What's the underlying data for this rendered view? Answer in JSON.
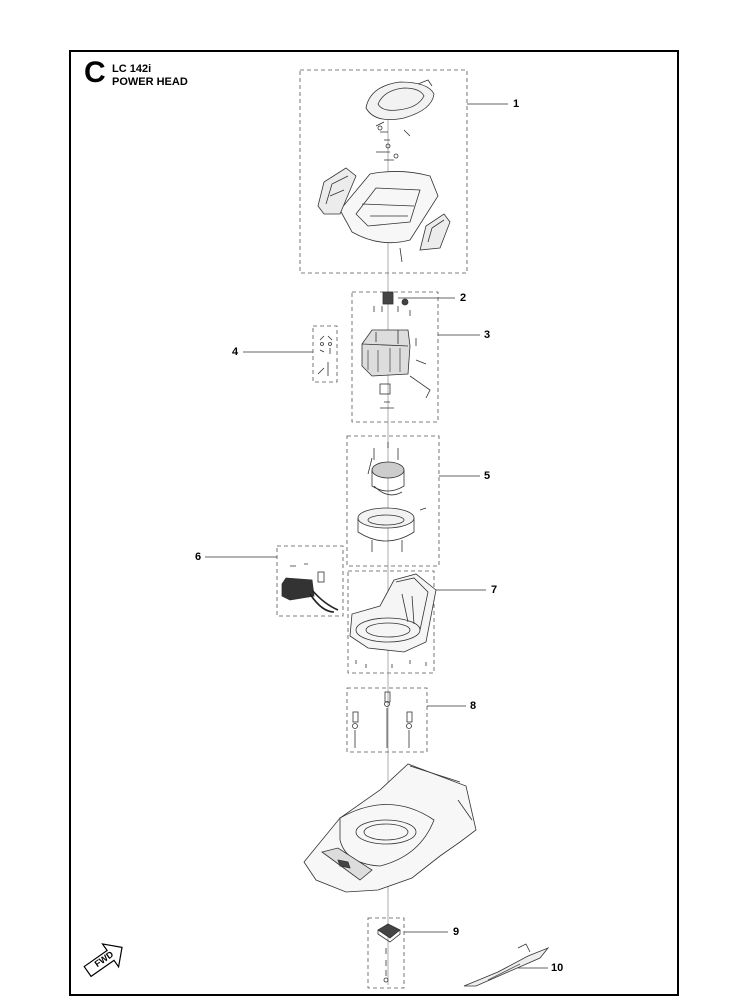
{
  "header": {
    "section_letter": "C",
    "model": "LC 142i",
    "assembly": "POWER HEAD"
  },
  "callouts": [
    {
      "number": "1"
    },
    {
      "number": "2"
    },
    {
      "number": "3"
    },
    {
      "number": "4"
    },
    {
      "number": "5"
    },
    {
      "number": "6"
    },
    {
      "number": "7"
    },
    {
      "number": "8"
    },
    {
      "number": "9"
    },
    {
      "number": "10"
    }
  ],
  "direction_arrow": {
    "label": "FWD"
  }
}
